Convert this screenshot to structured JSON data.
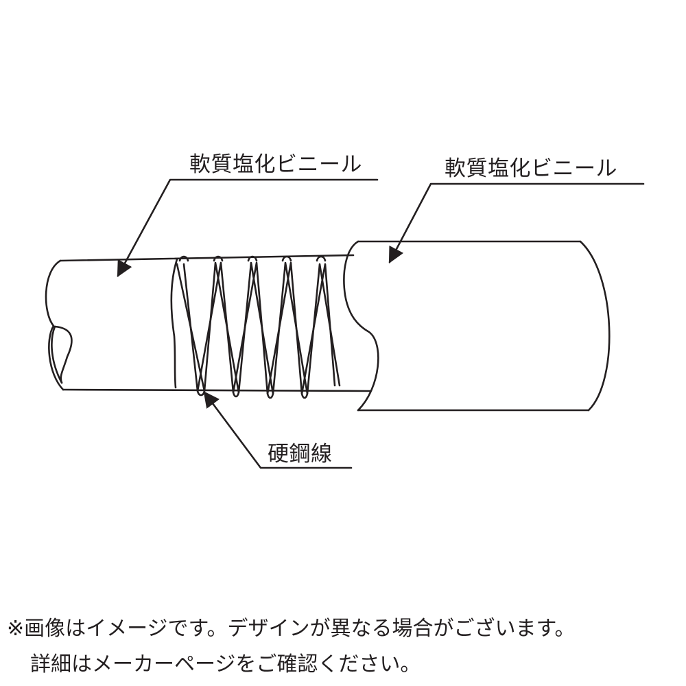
{
  "labels": {
    "outer_left": "軟質塩化ビニール",
    "outer_right": "軟質塩化ビニール",
    "wire": "硬鋼線"
  },
  "note": {
    "line1": "※画像はイメージです。デザインが異なる場合がございます。",
    "line2": "詳細はメーカーページをご確認ください。"
  },
  "colors": {
    "line": "#231f20",
    "background": "#ffffff"
  }
}
